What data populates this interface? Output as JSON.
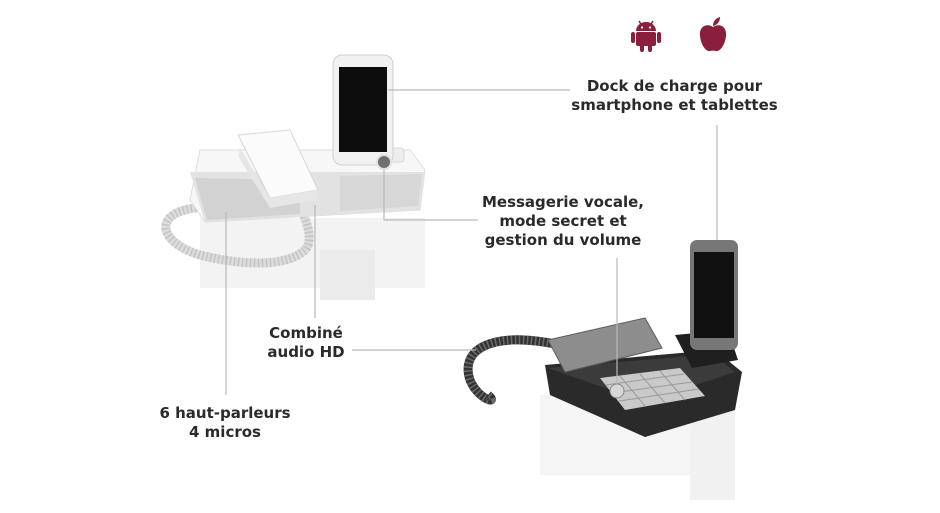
{
  "icons": {
    "android": "android-icon",
    "apple": "apple-icon",
    "color": "#8a1f3d"
  },
  "callouts": {
    "dock": {
      "line1": "Dock de charge pour",
      "line2": "smartphone et tablettes"
    },
    "voicemail": {
      "line1": "Messagerie vocale,",
      "line2": "mode secret et",
      "line3": "gestion du volume"
    },
    "handset": {
      "line1": "Combiné",
      "line2": "audio HD"
    },
    "speakers": {
      "line1": "6 haut-parleurs",
      "line2": "4 micros"
    }
  }
}
